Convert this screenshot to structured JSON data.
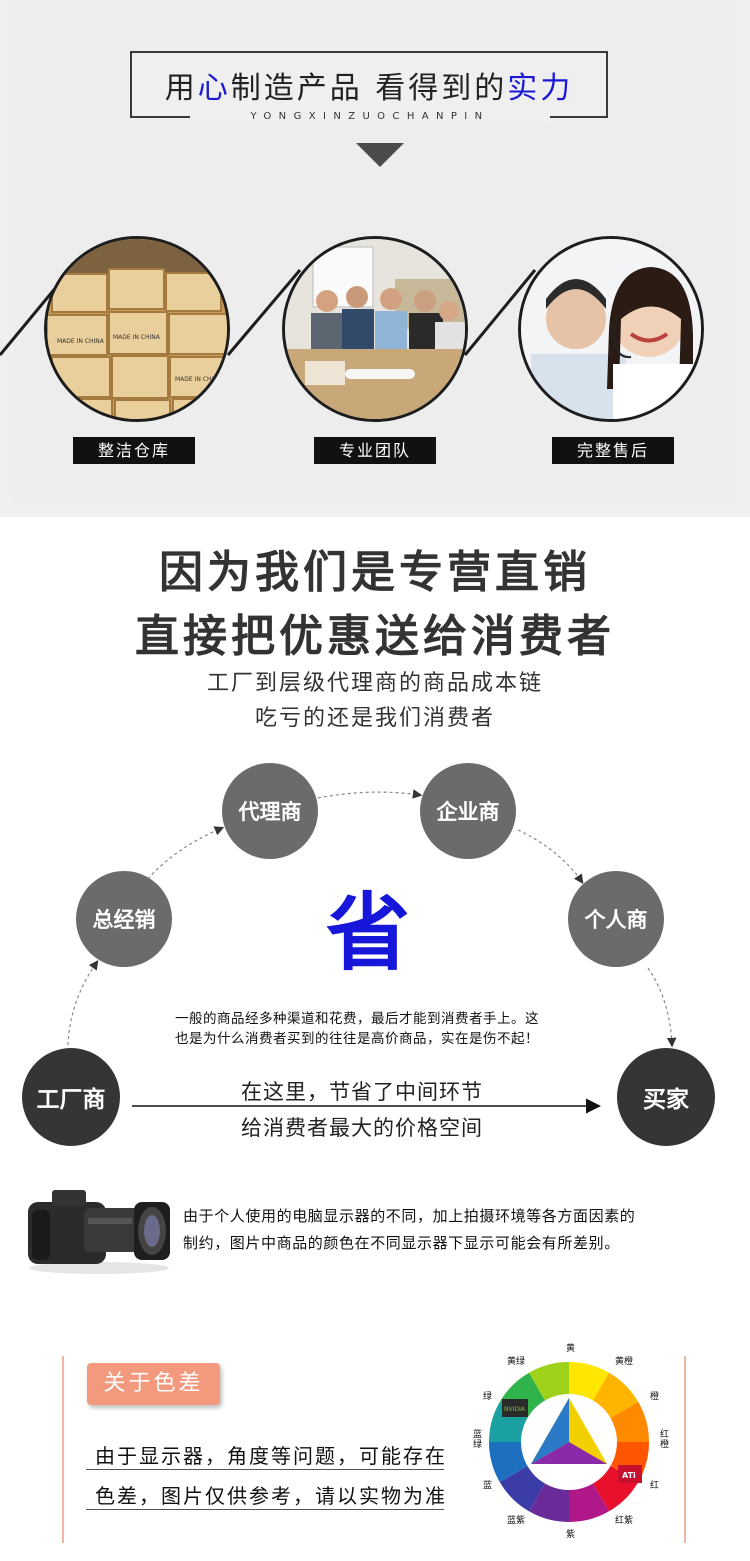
{
  "header": {
    "title_part1": "用",
    "title_highlight1": "心",
    "title_part2": "制造产品 看得到的",
    "title_highlight2": "实力",
    "pinyin": "YONGXINZUOCHANPIN",
    "colors": {
      "highlight": "#1a1ad6",
      "frame": "#3a3a3a"
    }
  },
  "features": [
    {
      "label": "整洁仓库",
      "image": "warehouse-boxes",
      "box_text": "MADE IN CHINA"
    },
    {
      "label": "专业团队",
      "image": "team-meeting"
    },
    {
      "label": "完整售后",
      "image": "customer-service-headset"
    }
  ],
  "headline": {
    "line1": "因为我们是专营直销",
    "line2": "直接把优惠送给消费者",
    "sub1": "工厂到层级代理商的商品成本链",
    "sub2": "吃亏的还是我们消费者"
  },
  "chain": {
    "start": "工厂商",
    "nodes": [
      "总经销",
      "代理商",
      "企业商",
      "个人商"
    ],
    "end": "买家",
    "big_char": "省",
    "note_line1": "一般的商品经多种渠道和花费，最后才能到消费者手上。这",
    "note_line2": "也是为什么消费者买到的往往是高价商品，实在是伤不起！",
    "direct_line1": "在这里，节省了中间环节",
    "direct_line2": "给消费者最大的价格空间",
    "colors": {
      "grey_node": "#6b6b6b",
      "dark_node": "#353535",
      "big_char": "#1717d9"
    }
  },
  "camera_notice": {
    "line1": "由于个人使用的电脑显示器的不同，加上拍摄环境等各方面因素的",
    "line2": "制约，图片中商品的颜色在不同显示器下显示可能会有所差别。",
    "icon": "camera-icon"
  },
  "color_diff": {
    "badge": "关于色差",
    "line1": "由于显示器，角度等问题，可能存在",
    "line2": "色差，图片仅供参考，请以实物为准",
    "badge_color": "#f39a7e",
    "wheel_labels": [
      "黄",
      "黄橙",
      "橙",
      "红橙",
      "红",
      "红紫",
      "紫",
      "蓝紫",
      "蓝",
      "蓝绿",
      "绿",
      "黄绿"
    ],
    "logo_nvidia": "NVIDIA",
    "logo_ati": "ATi"
  }
}
